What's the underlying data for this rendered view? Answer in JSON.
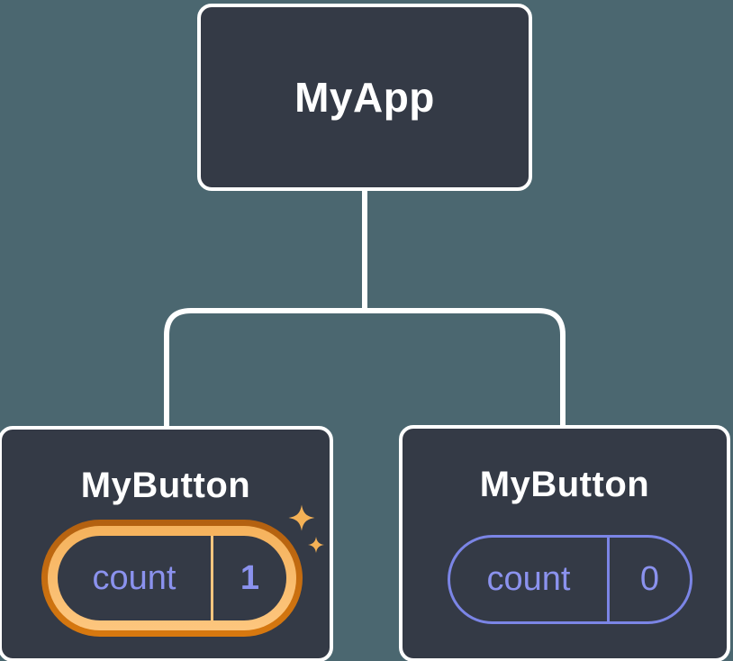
{
  "diagram": {
    "title": "react-component-tree",
    "root": {
      "label": "MyApp"
    },
    "children": [
      {
        "label": "MyButton",
        "state": {
          "key": "count",
          "value": "1"
        },
        "highlighted": true,
        "highlight_icon": "sparkles-icon"
      },
      {
        "label": "MyButton",
        "state": {
          "key": "count",
          "value": "0"
        },
        "highlighted": false
      }
    ]
  },
  "colors": {
    "background": "#4b6770",
    "node_fill": "#343a46",
    "line_white": "#ffffff",
    "purple_text": "#8b92ee",
    "purple_border": "#7b85e6",
    "gold_ring_top": "#b26010",
    "gold_ring_bottom": "#d8790f",
    "gold_band_top": "#f5b25c",
    "gold_band_bottom": "#fdc67e",
    "sparkle_gold": "#f4b156"
  }
}
